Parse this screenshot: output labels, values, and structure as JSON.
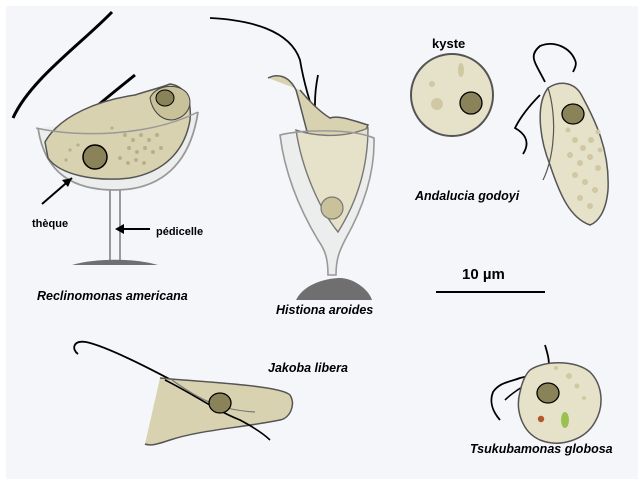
{
  "species": {
    "reclinomonas": "Reclinomonas americana",
    "histiona": "Histiona aroides",
    "andalucia": "Andalucia godoyi",
    "jakoba": "Jakoba libera",
    "tsukubamonas": "Tsukubamonas globosa"
  },
  "annotations": {
    "theque": "thèque",
    "pedicelle": "pédicelle",
    "kyste": "kyste"
  },
  "scale_bar": {
    "label": "10 µm"
  },
  "colors": {
    "background": "#f4f6fa",
    "cell_fill": "#d9d2b0",
    "cell_fill_light": "#e6e1c9",
    "nucleus": "#8a8258",
    "theca": "#eceeee",
    "base": "#6f6f6f",
    "orange_granule": "#b4562a",
    "green_granule": "#9ac04f"
  }
}
